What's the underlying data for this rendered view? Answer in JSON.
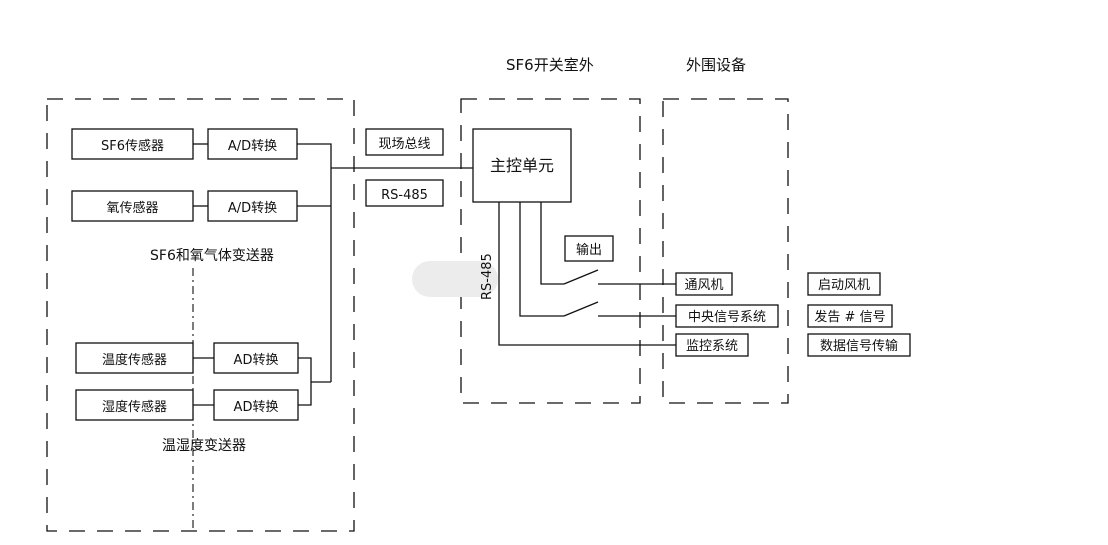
{
  "regions": {
    "switchgear_outdoor": "SF6开关室外",
    "peripherals": "外围设备",
    "sf6_o2_transmitter": "SF6和氧气体变送器",
    "temp_humidity_transmitter": "温湿度变送器"
  },
  "blocks": {
    "sf6_sensor": "SF6传感器",
    "ad_convert_1": "A/D转换",
    "o2_sensor": "氧传感器",
    "ad_convert_2": "A/D转换",
    "temp_sensor": "温度传感器",
    "ad_convert_3": "AD转换",
    "humidity_sensor": "湿度传感器",
    "ad_convert_4": "AD转换",
    "main_control": "主控单元",
    "output": "输出",
    "ventilator": "通风机",
    "central_signal": "中央信号系统",
    "monitor_system": "监控系统"
  },
  "bus": {
    "fieldbus": "现场总线",
    "rs485_label": "RS-485",
    "rs485_vertical": "RS-485"
  },
  "actions": {
    "start_fan": "启动风机",
    "send_signal": "发告 # 信号",
    "data_transfer": "数据信号传输"
  }
}
